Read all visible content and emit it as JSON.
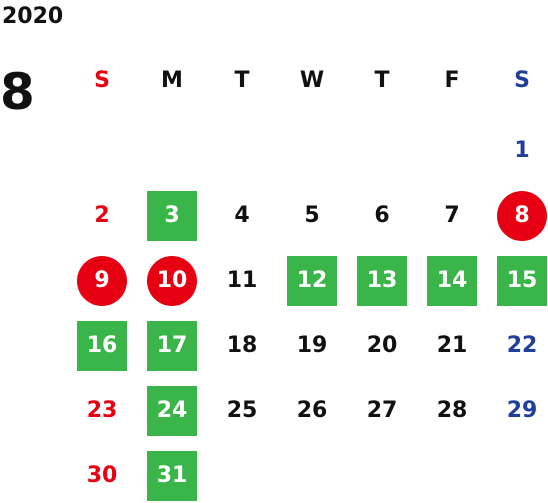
{
  "calendar": {
    "year": "2020",
    "month": "8",
    "weekdays": [
      "S",
      "M",
      "T",
      "W",
      "T",
      "F",
      "S"
    ],
    "colors": {
      "sunday": "#e60012",
      "saturday": "#1f3f9a",
      "weekday": "#111111",
      "green": "#3ab54a",
      "red": "#e60012",
      "white": "#ffffff"
    },
    "days": [
      {
        "label": "1",
        "style": "saturday"
      },
      {
        "label": "2",
        "style": "sunday"
      },
      {
        "label": "3",
        "style": "green"
      },
      {
        "label": "4",
        "style": "weekday"
      },
      {
        "label": "5",
        "style": "weekday"
      },
      {
        "label": "6",
        "style": "weekday"
      },
      {
        "label": "7",
        "style": "weekday"
      },
      {
        "label": "8",
        "style": "red-circle"
      },
      {
        "label": "9",
        "style": "red-circle"
      },
      {
        "label": "10",
        "style": "red-circle"
      },
      {
        "label": "11",
        "style": "weekday"
      },
      {
        "label": "12",
        "style": "green"
      },
      {
        "label": "13",
        "style": "green"
      },
      {
        "label": "14",
        "style": "green"
      },
      {
        "label": "15",
        "style": "green"
      },
      {
        "label": "16",
        "style": "green"
      },
      {
        "label": "17",
        "style": "green"
      },
      {
        "label": "18",
        "style": "weekday"
      },
      {
        "label": "19",
        "style": "weekday"
      },
      {
        "label": "20",
        "style": "weekday"
      },
      {
        "label": "21",
        "style": "weekday"
      },
      {
        "label": "22",
        "style": "saturday"
      },
      {
        "label": "23",
        "style": "sunday"
      },
      {
        "label": "24",
        "style": "green"
      },
      {
        "label": "25",
        "style": "weekday"
      },
      {
        "label": "26",
        "style": "weekday"
      },
      {
        "label": "27",
        "style": "weekday"
      },
      {
        "label": "28",
        "style": "weekday"
      },
      {
        "label": "29",
        "style": "saturday"
      },
      {
        "label": "30",
        "style": "sunday"
      },
      {
        "label": "31",
        "style": "green"
      }
    ]
  }
}
